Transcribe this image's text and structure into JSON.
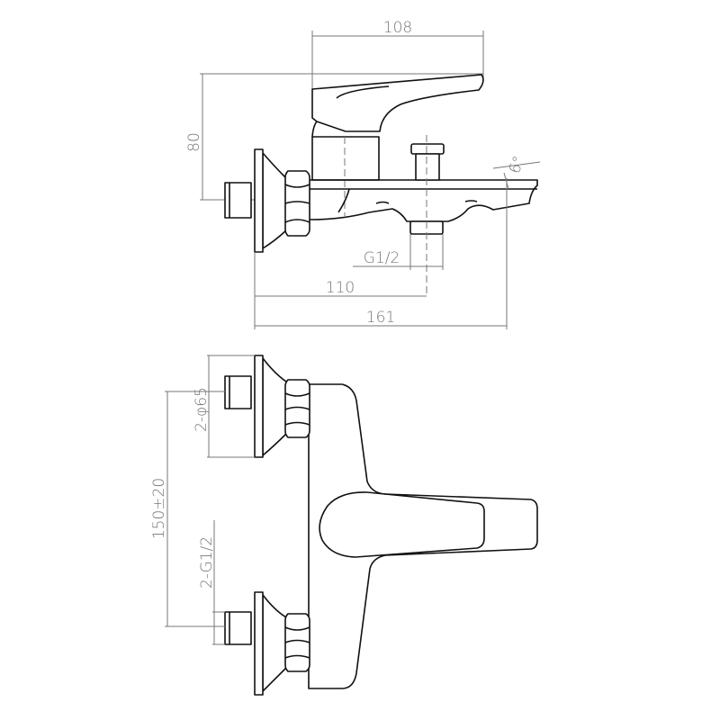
{
  "side_view": {
    "dim_lever_width": "108",
    "dim_height": "80",
    "dim_outlet_thread": "G1/2",
    "dim_outlet_position": "110",
    "dim_total_length": "161",
    "dim_spout_angle": "6°"
  },
  "front_view": {
    "dim_flange": "2-φ65",
    "dim_center_distance": "150±20",
    "dim_inlet_thread": "2-G1/2"
  }
}
